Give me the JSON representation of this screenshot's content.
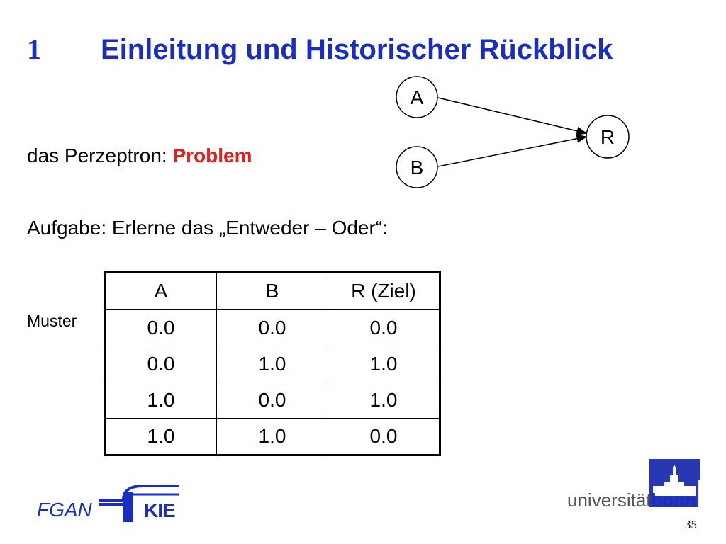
{
  "slide": {
    "title_number": "1",
    "title": "Einleitung und Historischer Rückblick",
    "line1_prefix": "das Perzeptron: ",
    "line1_highlight": "Problem",
    "line2": "Aufgabe: Erlerne das „Entweder – Oder“:",
    "muster_label": "Muster",
    "page_number": "35"
  },
  "diagram": {
    "nodes": [
      "A",
      "B",
      "R"
    ]
  },
  "table": {
    "headers": [
      "A",
      "B",
      "R (Ziel)"
    ],
    "rows": [
      [
        "0.0",
        "0.0",
        "0.0"
      ],
      [
        "0.0",
        "1.0",
        "1.0"
      ],
      [
        "1.0",
        "0.0",
        "1.0"
      ],
      [
        "1.0",
        "1.0",
        "0.0"
      ]
    ]
  },
  "footer": {
    "fgan_text": "FGAN",
    "kie_text": "KIE",
    "uni_prefix": "universität",
    "uni_bonn": "bonn"
  },
  "colors": {
    "title_blue": "#1a2dbf",
    "highlight_red": "#e0201f"
  }
}
